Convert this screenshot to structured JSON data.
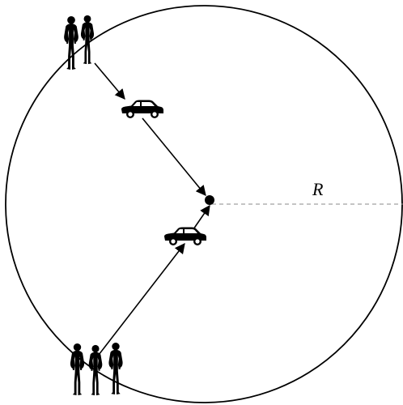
{
  "diagram": {
    "radius_label": "R",
    "colors": {
      "stroke": "#000000",
      "radius_dashed": "#888888",
      "silhouette": "#000000",
      "background": "#ffffff"
    },
    "icons": {
      "top_group": "person-silhouette",
      "bottom_group": "person-silhouette",
      "vehicle": "car-icon",
      "destination": "center-point"
    },
    "groups": {
      "top_people_count": 2,
      "bottom_people_count": 3,
      "car_count": 2
    }
  }
}
